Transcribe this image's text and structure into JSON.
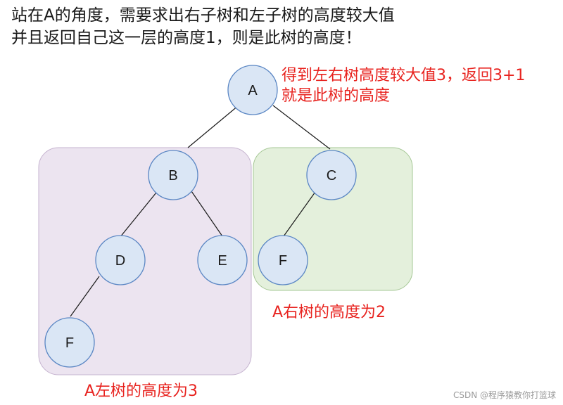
{
  "header": {
    "line1": "站在A的角度，需要求出右子树和左子树的高度较大值",
    "line2": "并且返回自己这一层的高度1，则是此树的高度！"
  },
  "annotation": {
    "line1": "得到左右树高度较大值3，返回3+1",
    "line2": "就是此树的高度"
  },
  "left_subtree_caption": "A左树的高度为3",
  "right_subtree_caption": "A右树的高度为2",
  "watermark": "CSDN @程序猿教你打篮球",
  "nodes": [
    {
      "id": "A",
      "label": "A"
    },
    {
      "id": "B",
      "label": "B"
    },
    {
      "id": "C",
      "label": "C"
    },
    {
      "id": "D",
      "label": "D"
    },
    {
      "id": "E",
      "label": "E"
    },
    {
      "id": "F1",
      "label": "F"
    },
    {
      "id": "F2",
      "label": "F"
    }
  ],
  "edges": [
    [
      "A",
      "B"
    ],
    [
      "A",
      "C"
    ],
    [
      "B",
      "D"
    ],
    [
      "B",
      "E"
    ],
    [
      "D",
      "F2"
    ],
    [
      "C",
      "F1"
    ]
  ],
  "colors": {
    "node_fill": "#dae6f5",
    "node_stroke": "#5b87c4",
    "left_group_fill": "#ece4f0",
    "right_group_fill": "#e4f0dc",
    "red_text": "#e8231f"
  }
}
